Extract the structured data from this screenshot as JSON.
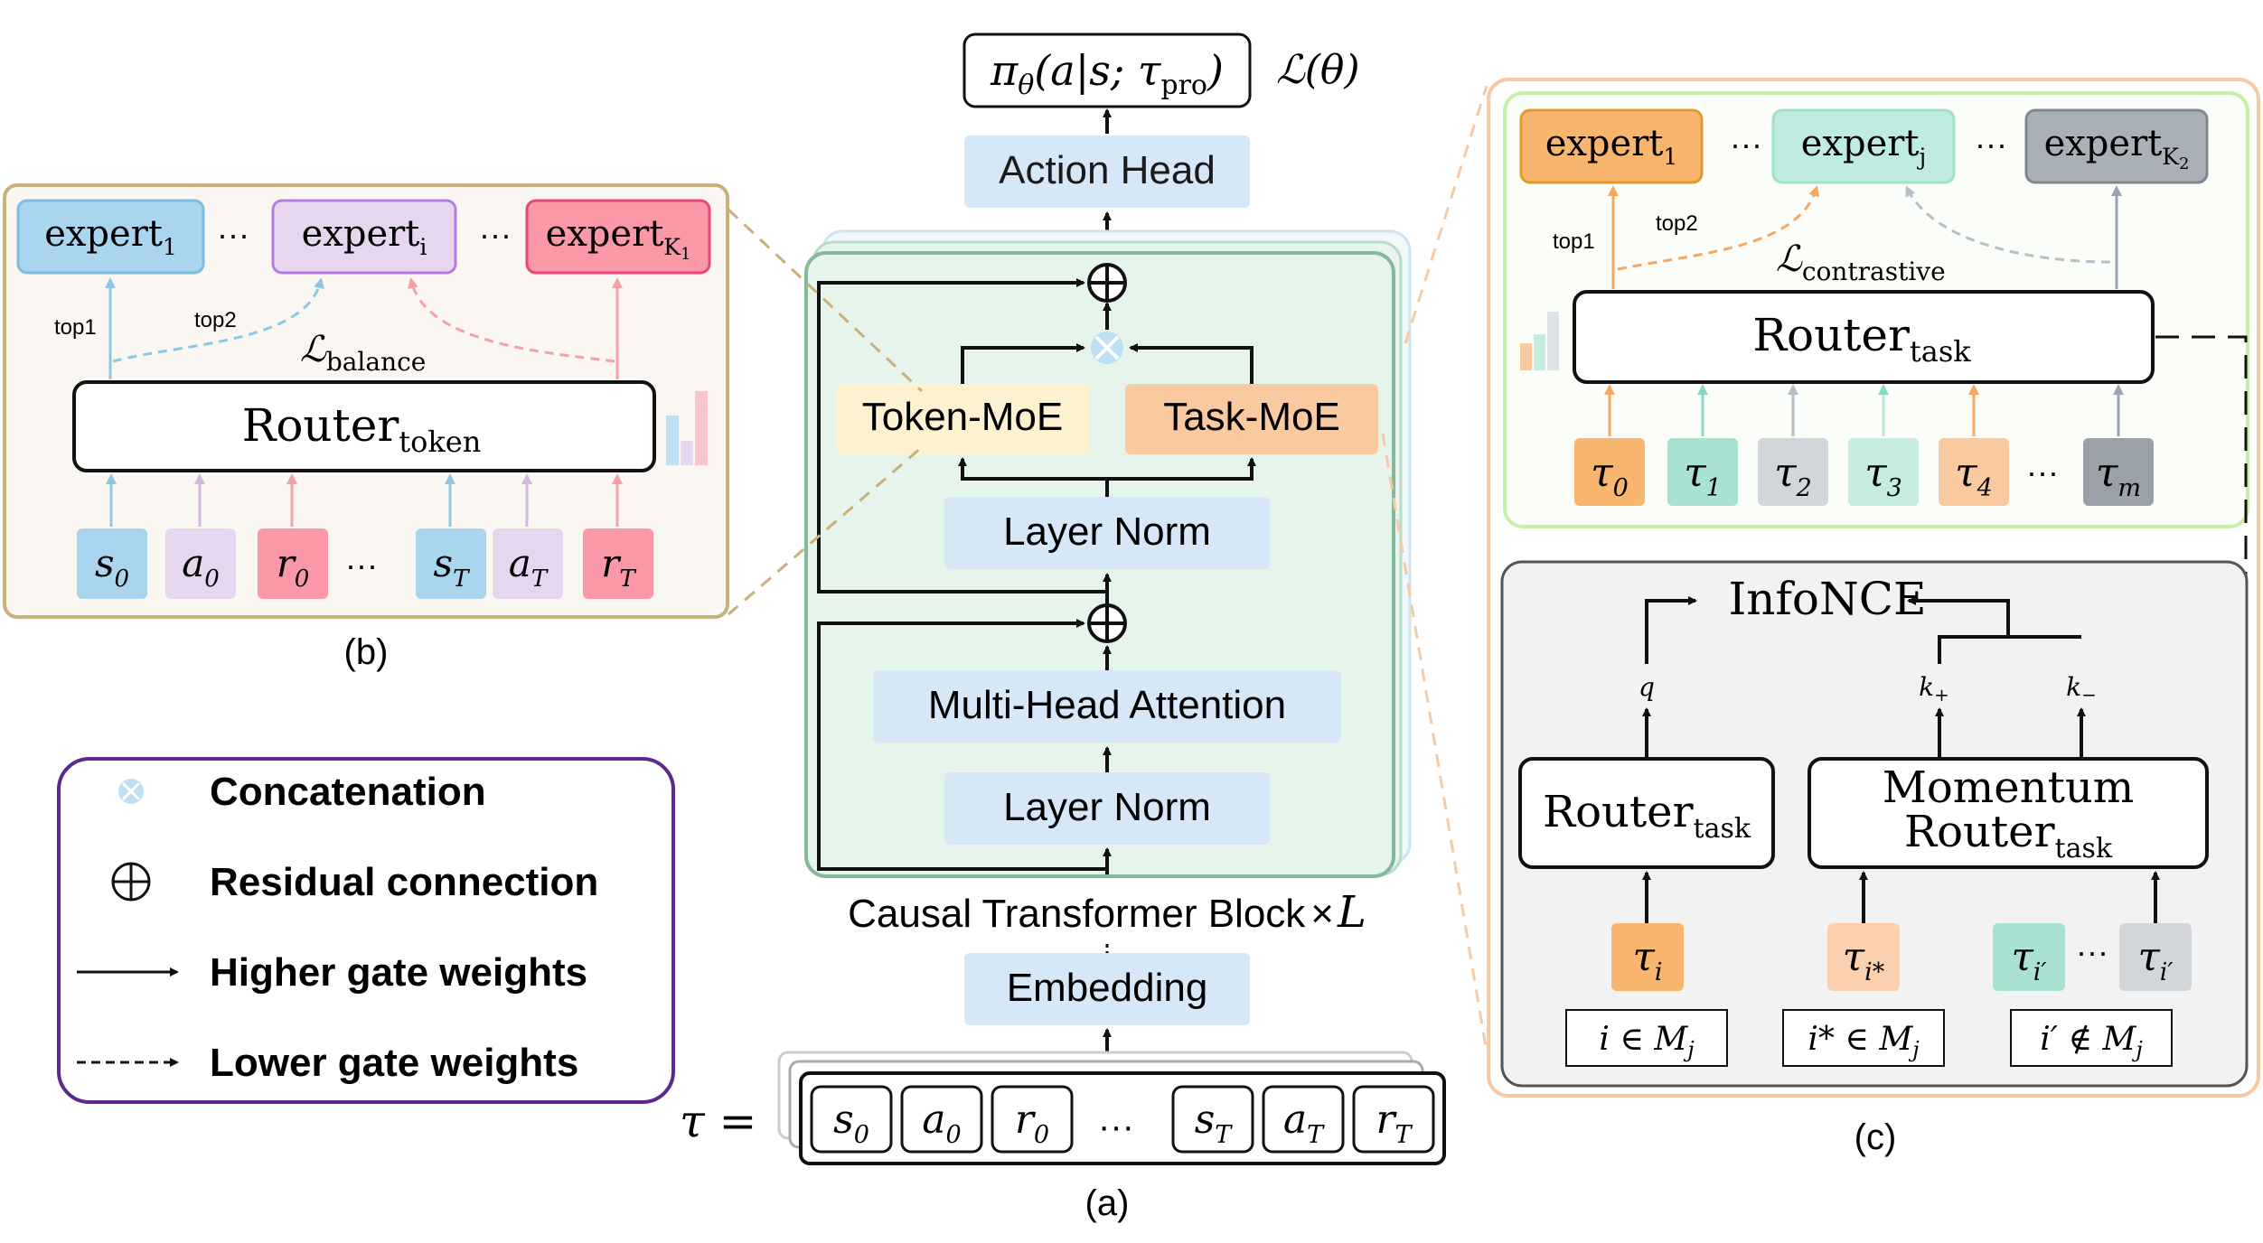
{
  "panel_a": {
    "output": {
      "pi": "π",
      "theta": "θ",
      "paren_open": "(a|s; τ",
      "pro": "pro",
      "paren_close": ")"
    },
    "loss": {
      "L": "ℒ",
      "arg": "(θ)"
    },
    "action_head": "Action Head",
    "token_moe": "Token-MoE",
    "task_moe": "Task-MoE",
    "layer_norm_top": "Layer Norm",
    "mha": "Multi-Head Attention",
    "layer_norm_bottom": "Layer Norm",
    "block_label": "Causal Transformer Block",
    "times": "×",
    "L": "L",
    "embedding": "Embedding",
    "tau_eq": "τ =",
    "tokens": [
      {
        "base": "s",
        "sub": "0"
      },
      {
        "base": "a",
        "sub": "0"
      },
      {
        "base": "r",
        "sub": "0"
      },
      {
        "base": "s",
        "sub": "T"
      },
      {
        "base": "a",
        "sub": "T"
      },
      {
        "base": "r",
        "sub": "T"
      }
    ],
    "dots": "···",
    "caption": "(a)"
  },
  "panel_b": {
    "experts": [
      {
        "base": "expert",
        "sub": "1"
      },
      {
        "base": "expert",
        "sub": "i"
      },
      {
        "base": "expert",
        "sub": "K",
        "subsub": "1"
      }
    ],
    "dots": "···",
    "top1": "top1",
    "top2": "top2",
    "loss": {
      "L": "ℒ",
      "sub": "balance"
    },
    "router": {
      "base": "Router",
      "sub": "token"
    },
    "tokens": [
      {
        "base": "s",
        "sub": "0"
      },
      {
        "base": "a",
        "sub": "0"
      },
      {
        "base": "r",
        "sub": "0"
      },
      {
        "base": "s",
        "sub": "T"
      },
      {
        "base": "a",
        "sub": "T"
      },
      {
        "base": "r",
        "sub": "T"
      }
    ],
    "caption": "(b)"
  },
  "panel_c": {
    "experts": [
      {
        "base": "expert",
        "sub": "1"
      },
      {
        "base": "expert",
        "sub": "j"
      },
      {
        "base": "expert",
        "sub": "K",
        "subsub": "2"
      }
    ],
    "dots": "···",
    "top1": "top1",
    "top2": "top2",
    "loss": {
      "L": "ℒ",
      "sub": "contrastive"
    },
    "router": {
      "base": "Router",
      "sub": "task"
    },
    "taus": [
      {
        "base": "τ",
        "sub": "0"
      },
      {
        "base": "τ",
        "sub": "1"
      },
      {
        "base": "τ",
        "sub": "2"
      },
      {
        "base": "τ",
        "sub": "3"
      },
      {
        "base": "τ",
        "sub": "4"
      },
      {
        "base": "τ",
        "sub": "m"
      }
    ],
    "infonce": "InfoNCE",
    "q": "q",
    "k_plus": {
      "base": "k",
      "sub": "+"
    },
    "k_minus": {
      "base": "k",
      "sub": "−"
    },
    "router_task": {
      "base": "Router",
      "sub": "task"
    },
    "momentum": {
      "line1": "Momentum",
      "base": "Router",
      "sub": "task"
    },
    "bottom_taus": [
      {
        "base": "τ",
        "sub": "i"
      },
      {
        "base": "τ",
        "sub": "i*"
      },
      {
        "base": "τ",
        "sub": "i′"
      },
      {
        "base": "τ",
        "sub": "i′"
      }
    ],
    "sets": [
      {
        "text": "i ∈ M",
        "sub": "j"
      },
      {
        "text": "i* ∈ M",
        "sub": "j"
      },
      {
        "text": "i′ ∉ M",
        "sub": "j"
      }
    ],
    "caption": "(c)"
  },
  "legend": {
    "concat": "Concatenation",
    "residual": "Residual connection",
    "higher": "Higher gate weights",
    "lower": "Lower gate weights"
  },
  "colors": {
    "blue_box": "#d6e8f7",
    "green_block": "#e6f5ec",
    "token_moe": "#fdf1d0",
    "task_moe": "#f9c9a0",
    "panel_b_bg": "#faf7f3",
    "panel_b_border": "#c8b07a",
    "panel_c_border": "#f7caa3",
    "legend_border": "#5b2a8c"
  }
}
